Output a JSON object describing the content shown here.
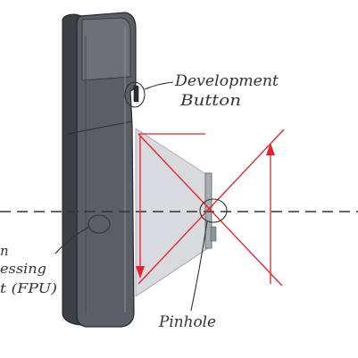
{
  "labels": {
    "development_button_line1": "Development",
    "development_button_line2": "Button",
    "pinhole": "Pinhole",
    "fpu_line1": "n",
    "fpu_line2": "essing",
    "fpu_line3": "t (FPU)"
  },
  "colors": {
    "housing_dark": "#3c4045",
    "housing_mid": "#5a5f65",
    "housing_light": "#8a8f95",
    "cone_fill": "#d8dadd",
    "ray_red": "#e8212a",
    "axis_dash": "#333333",
    "annotation_ink": "#333333"
  }
}
